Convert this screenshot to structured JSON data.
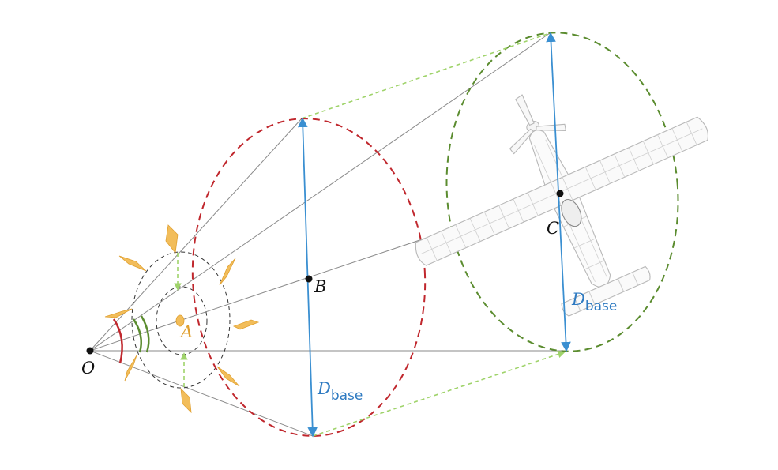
{
  "colors": {
    "ray": "#8a8a8a",
    "red_ellipse": "#c0272d",
    "green_ellipse": "#5b8c2f",
    "link_dashed": "#9fd36a",
    "diameter_arrow": "#3a8fd1",
    "label_base": "#2e7ac1",
    "orange": "#f2bd5a",
    "label_A": "#e0a030",
    "black": "#111111",
    "plane": "#b8b8b8"
  },
  "labels": {
    "O": "O",
    "A": "A",
    "B": "B",
    "C": "C",
    "D1_main": "D",
    "D1_sub": "base",
    "D2_main": "D",
    "D2_sub": "base"
  },
  "icons": {
    "aircraft": "aircraft-wireframe-icon",
    "rhombus": "rhombus-icon"
  }
}
